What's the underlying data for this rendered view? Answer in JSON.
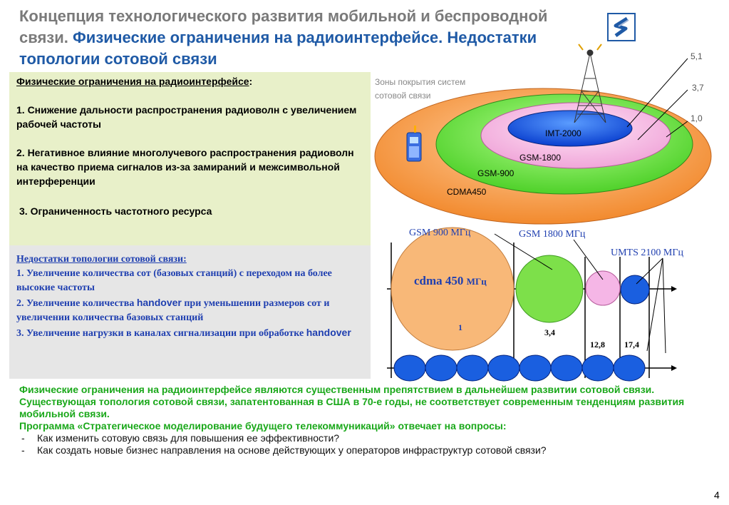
{
  "title": {
    "part1": "Концепция технологического развития мобильной и беспроводной связи.",
    "part2": "Физические ограничения на радиоинтерфейсе. Недостатки топологии сотовой связи"
  },
  "physical_box": {
    "heading": "Физические ограничения на радиоинтерфейсе",
    "heading_suffix": ":",
    "item1": "1.  Снижение дальности распространения радиоволн с увеличением рабочей частоты",
    "item2": "2.  Негативное влияние многолучевого распространения радиоволн на качество приема сигналов из-за замираний и межсимвольной интерференции",
    "item3": "3.  Ограниченность частотного ресурса"
  },
  "topology_box": {
    "heading": "Недостатки топологии сотовой связи:",
    "item1": "1. Увеличение количества сот (базовых станций) с переходом на более высокие частоты",
    "item2_a": "2. Увеличение количества ",
    "item2_b": "handover",
    "item2_c": " при уменьшении размеров сот и увеличении количества базовых станций",
    "item3_a": "3. Увеличение нагрузки в каналах сигнализации при обработке ",
    "item3_b": "handover"
  },
  "zones": {
    "caption_line1": "Зоны покрытия систем",
    "caption_line2": "сотовой связи",
    "imt": "IMT-2000",
    "gsm1800": "GSM-1800",
    "gsm900": "GSM-900",
    "cdma": "CDMA450",
    "val1": "5,1",
    "val2": "3,7",
    "val3": "1,0"
  },
  "cells": {
    "gsm900": "GSM 900 МГц",
    "gsm1800": "GSM 1800 МГц",
    "umts": "UMTS 2100 МГц",
    "cdma_a": "cdma 450 ",
    "cdma_b": "МГц",
    "r1": "1",
    "r2": "3,4",
    "r3": "12,8",
    "r4": "17,4"
  },
  "bottom": {
    "line1": "Физические ограничения на радиоинтерфейсе являются существенным препятствием в дальнейшем развитии сотовой связи.",
    "line2": "Существующая топология сотовой связи, запатентованная в США в 70-е годы, не соответствует современным тенденциям развития мобильной связи.",
    "line3": "Программа «Стратегическое моделирование будущего телекоммуникаций» отвечает на вопросы:",
    "q1": "Как изменить сотовую связь для повышения ее эффективности?",
    "q2": "Как создать новые бизнес направления на основе действующих у операторов инфраструктур сотовой связи?",
    "dash": "-"
  },
  "page_number": "4",
  "colors": {
    "title_gray": "#7a7a7a",
    "title_blue": "#1f5aa6",
    "green_text": "#1aa81a",
    "orange": "#f7a35a",
    "green": "#7de04a",
    "pink": "#f5b6e6",
    "blue": "#1a5fe0"
  }
}
